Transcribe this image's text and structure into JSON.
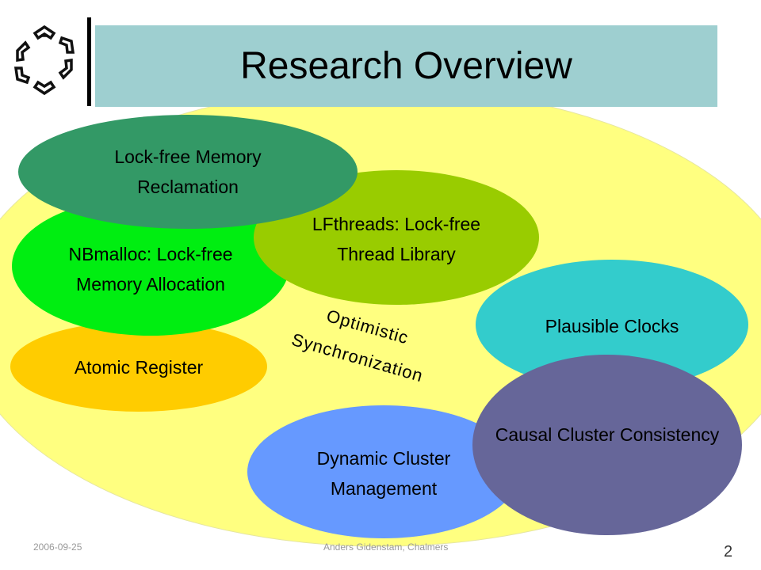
{
  "slide": {
    "title": "Research Overview",
    "colors": {
      "title_bg": "#9ecfd0",
      "background_ellipse": "#ffff80",
      "lock_free_memory": "#339966",
      "lfthreads": "#99cc00",
      "nbmalloc": "#00ee11",
      "atomic_register": "#ffcc00",
      "plausible_clocks": "#33cccc",
      "causal_cluster": "#666699",
      "dynamic_cluster": "#6699ff"
    },
    "topics": {
      "lock_free_memory": "Lock-free Memory\nReclamation",
      "lfthreads": "LFthreads: Lock-free\nThread Library",
      "nbmalloc": "NBmalloc: Lock-free\nMemory Allocation",
      "atomic_register": "Atomic Register",
      "plausible_clocks": "Plausible Clocks",
      "causal_cluster": "Causal Cluster Consistency",
      "dynamic_cluster": "Dynamic Cluster\nManagement"
    },
    "area_label_line1": "Optimistic",
    "area_label_line2": "Synchronization",
    "footer_date": "2006-09-25",
    "footer_author": "Anders Gidenstam, Chalmers",
    "page_number": "2",
    "logo_icon": "chalmers-logo-icon"
  }
}
